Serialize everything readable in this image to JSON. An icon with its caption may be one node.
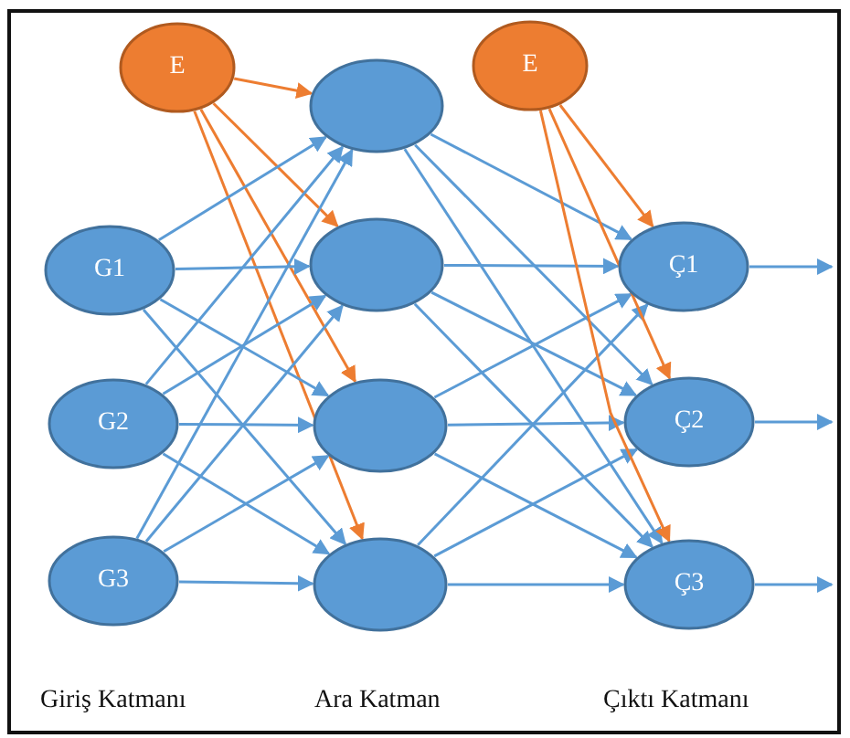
{
  "diagram": {
    "nodes": [
      {
        "text": [
          "E"
        ]
      },
      {
        "text": [
          "G1"
        ]
      },
      {
        "text": [
          "G2"
        ]
      },
      {
        "text": [
          "G3"
        ]
      },
      {
        "text": [],
        "shape": "ellipse"
      },
      {
        "text": [],
        "shape": "ellipse"
      },
      {
        "text": [],
        "shape": "ellipse"
      },
      {
        "text": [],
        "shape": "ellipse"
      },
      {
        "text": [
          "E"
        ]
      },
      {
        "text": [
          "Ç1"
        ]
      },
      {
        "text": [
          "Ç2"
        ]
      },
      {
        "text": [
          "Ç3"
        ]
      }
    ],
    "edges": [
      {
        "from": 0,
        "to": 4,
        "arrow": "to",
        "color": "#ed7d31"
      },
      {
        "from": 0,
        "to": 5,
        "arrow": "to",
        "color": "#ed7d31"
      },
      {
        "from": 0,
        "to": 6,
        "arrow": "to",
        "color": "#ed7d31"
      },
      {
        "from": 0,
        "to": 7,
        "arrow": "to",
        "color": "#ed7d31"
      },
      {
        "from": 1,
        "to": 4,
        "arrow": "to"
      },
      {
        "from": 1,
        "to": 5,
        "arrow": "to"
      },
      {
        "from": 1,
        "to": 6,
        "arrow": "to"
      },
      {
        "from": 1,
        "to": 7,
        "arrow": "to"
      },
      {
        "from": 2,
        "to": 4,
        "arrow": "to"
      },
      {
        "from": 2,
        "to": 5,
        "arrow": "to"
      },
      {
        "from": 2,
        "to": 6,
        "arrow": "to"
      },
      {
        "from": 2,
        "to": 7,
        "arrow": "to"
      },
      {
        "from": 3,
        "to": 4,
        "arrow": "to"
      },
      {
        "from": 3,
        "to": 5,
        "arrow": "to"
      },
      {
        "from": 3,
        "to": 6,
        "arrow": "to"
      },
      {
        "from": 3,
        "to": 7,
        "arrow": "to"
      },
      {
        "from": 4,
        "to": 9,
        "arrow": "to"
      },
      {
        "from": 4,
        "to": 10,
        "arrow": "to"
      },
      {
        "from": 4,
        "to": 11,
        "arrow": "to"
      },
      {
        "from": 5,
        "to": 9,
        "arrow": "to"
      },
      {
        "from": 5,
        "to": 10,
        "arrow": "to"
      },
      {
        "from": 5,
        "to": 11,
        "arrow": "to"
      },
      {
        "from": 6,
        "to": 9,
        "arrow": "to"
      },
      {
        "from": 6,
        "to": 10,
        "arrow": "to"
      },
      {
        "from": 6,
        "to": 11,
        "arrow": "to"
      },
      {
        "from": 7,
        "to": 9,
        "arrow": "to"
      },
      {
        "from": 7,
        "to": 10,
        "arrow": "to"
      },
      {
        "from": 7,
        "to": 11,
        "arrow": "to"
      },
      {
        "from": 8,
        "to": 9,
        "arrow": "to",
        "color": "#ed7d31"
      },
      {
        "from": 8,
        "to": 10,
        "arrow": "to",
        "color": "#ed7d31"
      },
      {
        "from": 8,
        "to": 11,
        "arrow": "to",
        "color": "#ed7d31"
      },
      {
        "from": 9,
        "to": null,
        "arrow": "to"
      },
      {
        "from": 10,
        "to": null,
        "arrow": "to"
      },
      {
        "from": 11,
        "to": null,
        "arrow": "to"
      }
    ],
    "labels": [
      "Giriş Katmanı",
      "Ara Katman",
      "Çıktı Katmanı"
    ]
  }
}
